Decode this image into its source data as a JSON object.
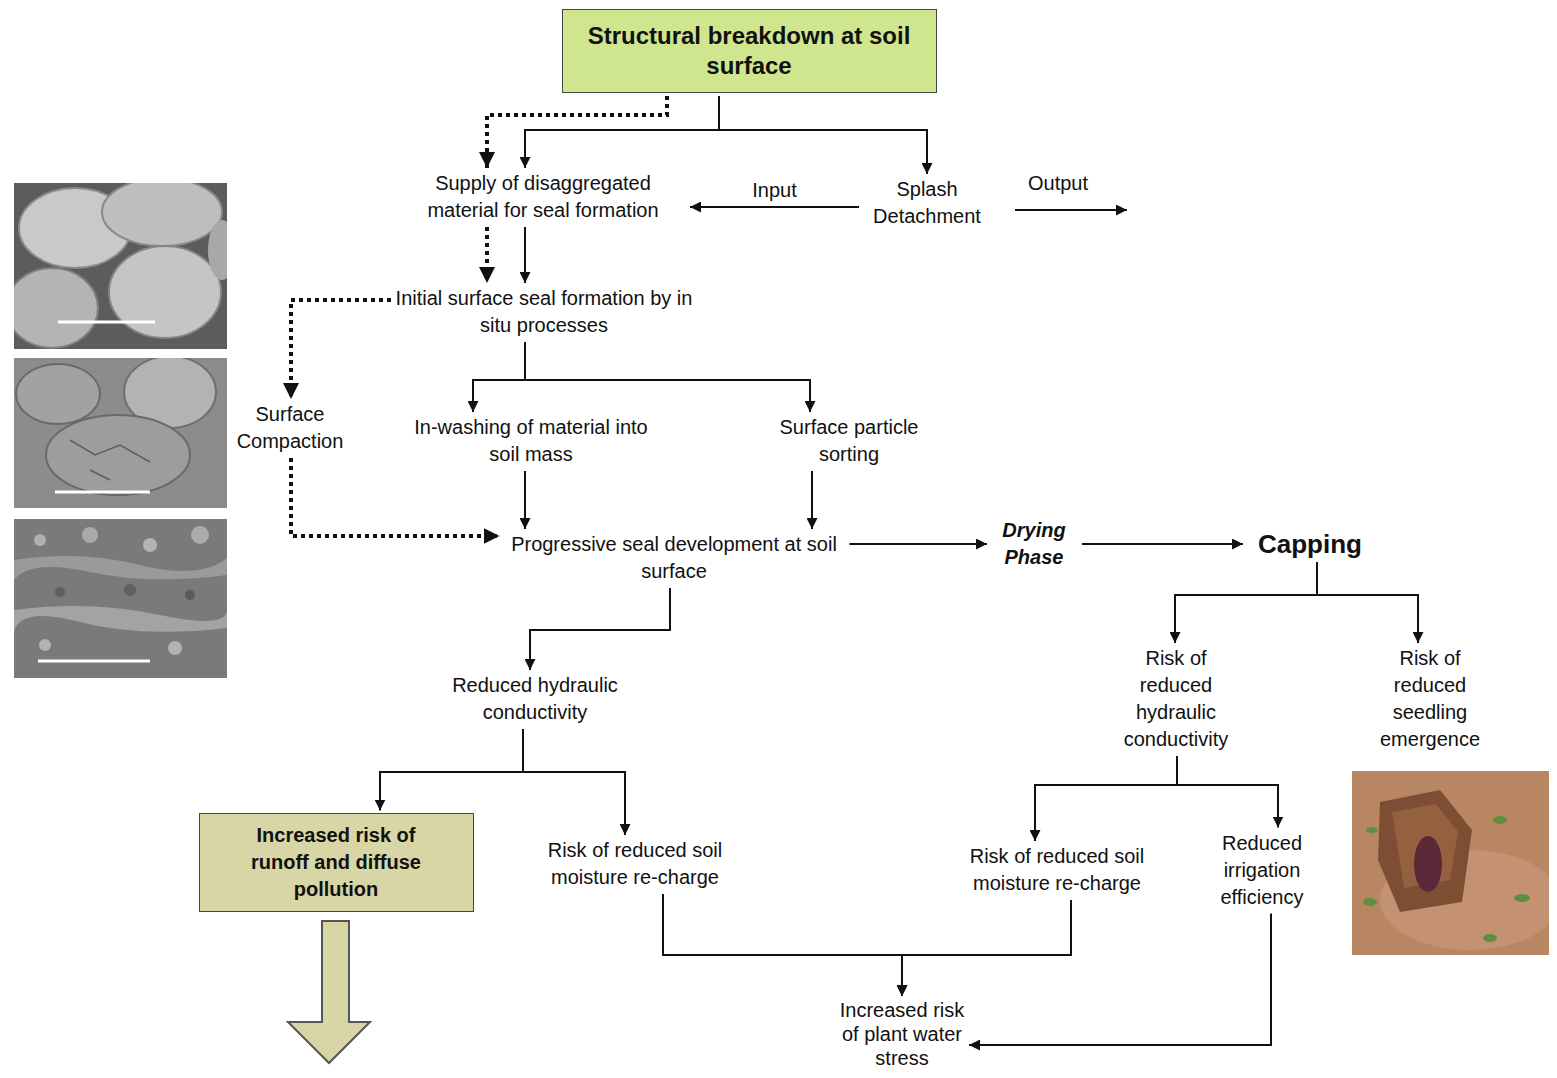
{
  "diagram": {
    "nodes": [
      {
        "text": [
          "Structural breakdown at soil surface"
        ]
      },
      {
        "text": [
          "Supply of disaggregated material for seal formation"
        ]
      },
      {
        "text": [
          "Splash Detachment"
        ]
      },
      {
        "text": [
          "Initial surface seal formation by in situ processes"
        ]
      },
      {
        "text": [
          "Surface Compaction"
        ]
      },
      {
        "text": [
          "In-washing of material into soil mass"
        ]
      },
      {
        "text": [
          "Surface particle sorting"
        ]
      },
      {
        "text": [
          "Progressive seal development at soil surface"
        ]
      },
      {
        "text": [
          "Drying Phase"
        ]
      },
      {
        "text": [
          "Capping"
        ]
      },
      {
        "text": [
          "Reduced hydraulic conductivity"
        ]
      },
      {
        "text": [
          "Risk of reduced hydraulic conductivity"
        ]
      },
      {
        "text": [
          "Risk of reduced seedling emergence"
        ]
      },
      {
        "text": [
          "Increased risk of runoff and diffuse pollution"
        ]
      },
      {
        "text": [
          "Risk of reduced soil moisture re-charge"
        ]
      },
      {
        "text": [
          "Risk of reduced soil moisture re-charge"
        ]
      },
      {
        "text": [
          "Reduced irrigation efficiency"
        ]
      },
      {
        "text": [
          "Increased risk of plant water stress"
        ]
      }
    ],
    "edges": [
      {
        "from": 0,
        "to": 1,
        "arrow": "to"
      },
      {
        "from": 0,
        "to": 1,
        "arrow": "to"
      },
      {
        "from": 0,
        "to": 2,
        "arrow": "to"
      },
      {
        "from": 2,
        "to": 1,
        "label": "Input",
        "arrow": "to"
      },
      {
        "from": 1,
        "to": 3,
        "arrow": "to"
      },
      {
        "from": 1,
        "to": 3,
        "arrow": "to"
      },
      {
        "from": 3,
        "to": 4,
        "arrow": "to"
      },
      {
        "from": 4,
        "to": 7,
        "arrow": "to"
      },
      {
        "from": 3,
        "to": 5,
        "arrow": "to"
      },
      {
        "from": 3,
        "to": 6,
        "arrow": "to"
      },
      {
        "from": 5,
        "to": 7,
        "arrow": "to"
      },
      {
        "from": 6,
        "to": 7,
        "arrow": "to"
      },
      {
        "from": 7,
        "to": 8,
        "arrow": "to"
      },
      {
        "from": 8,
        "to": 9,
        "arrow": "to"
      },
      {
        "from": 7,
        "to": 10,
        "arrow": "to"
      },
      {
        "from": 10,
        "to": 13,
        "arrow": "to"
      },
      {
        "from": 10,
        "to": 14,
        "arrow": "to"
      },
      {
        "from": 9,
        "to": 11,
        "arrow": "to"
      },
      {
        "from": 9,
        "to": 12,
        "arrow": "to"
      },
      {
        "from": 11,
        "to": 15,
        "arrow": "to"
      },
      {
        "from": 11,
        "to": 16,
        "arrow": "to"
      },
      {
        "from": 14,
        "to": 17,
        "arrow": "to"
      },
      {
        "from": 15,
        "to": 17,
        "arrow": "to"
      },
      {
        "from": 16,
        "to": 17,
        "arrow": "to"
      }
    ],
    "labels": [
      "Output"
    ]
  }
}
